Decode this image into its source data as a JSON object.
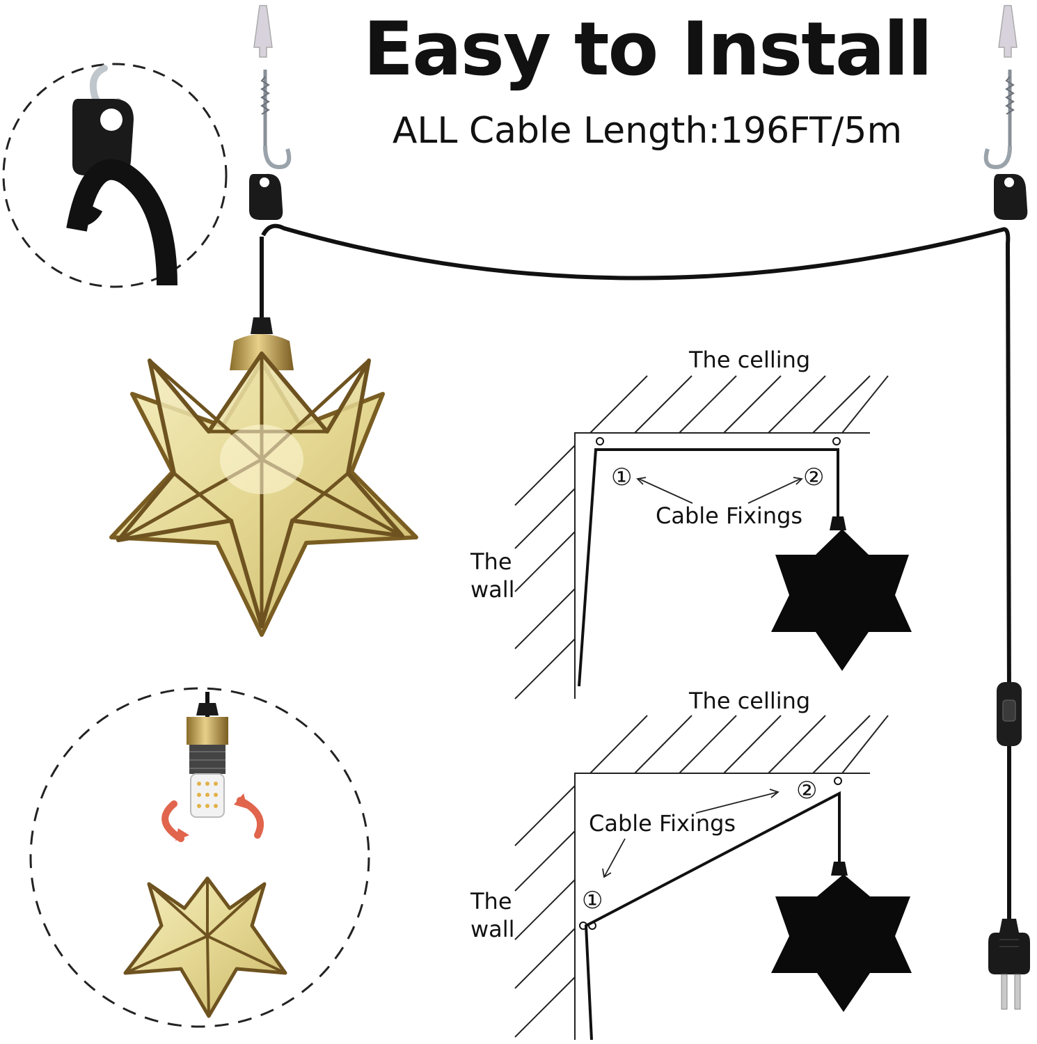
{
  "header": {
    "title": "Easy to Install",
    "subtitle": "ALL Cable Length:196FT/5m"
  },
  "diagram_top": {
    "ceiling_label": "The celling",
    "wall_label_line1": "The",
    "wall_label_line2": "wall",
    "fixings_label": "Cable Fixings",
    "marker_1": "①",
    "marker_2": "②"
  },
  "diagram_bottom": {
    "ceiling_label": "The celling",
    "wall_label_line1": "The",
    "wall_label_line2": "wall",
    "fixings_label": "Cable Fixings",
    "marker_1": "①",
    "marker_2": "②"
  },
  "colors": {
    "gold": "#b08d3c",
    "glass": "#e9dea0",
    "cable": "#111111",
    "arrow": "#e0654c"
  }
}
